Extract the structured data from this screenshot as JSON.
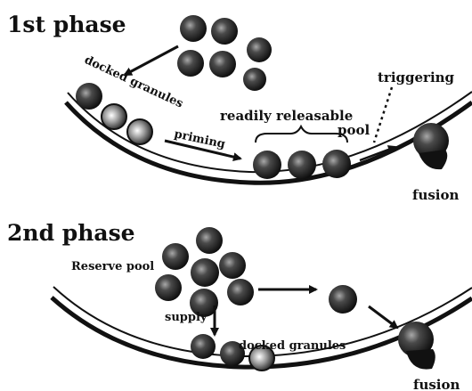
{
  "phase1": {
    "title": "1st phase",
    "docked_granules": "docked granules",
    "readily_releasable": "readily releasable",
    "pool": "pool",
    "priming": "priming",
    "triggering": "triggering",
    "fusion": "fusion"
  },
  "phase2": {
    "title": "2nd phase",
    "reserve_pool": "Reserve pool",
    "supply": "supply",
    "docked_granules": "docked granules",
    "fusion": "fusion"
  },
  "colors": {
    "ink": "#111111",
    "granule_dark": "#1a1a1a",
    "granule_light": "#9a9a9a",
    "background": "#ffffff"
  }
}
